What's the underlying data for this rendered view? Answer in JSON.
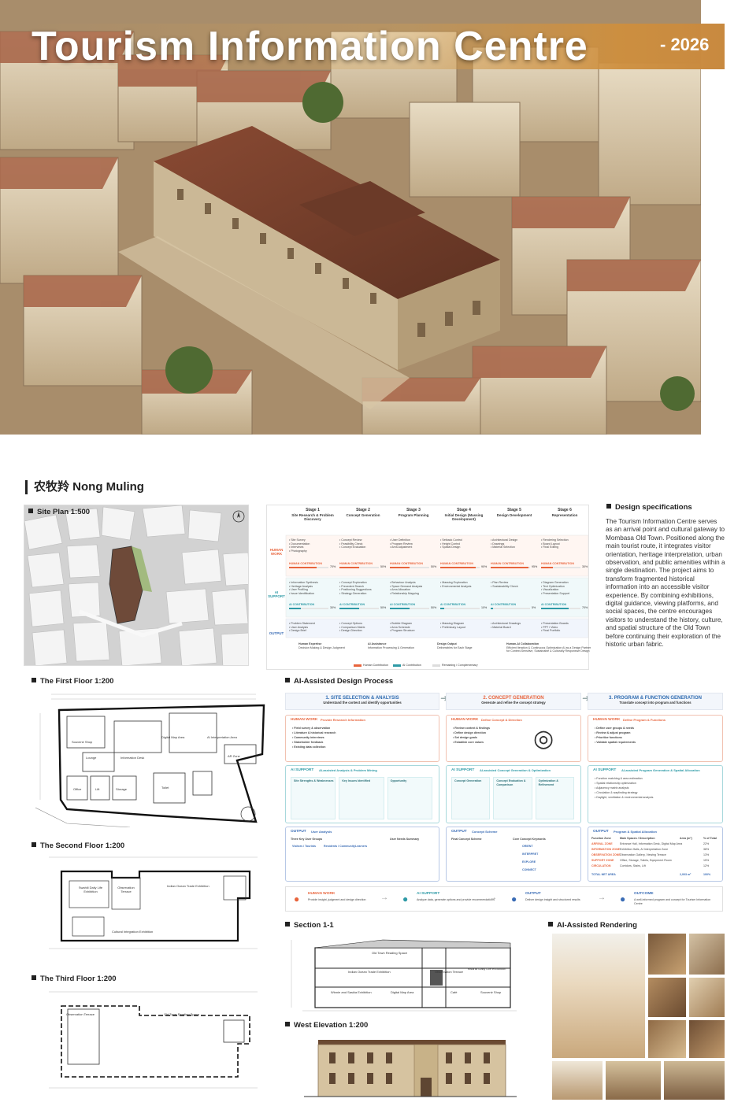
{
  "header": {
    "title": "Tourism Information Centre",
    "year": "- 2026"
  },
  "author": "农牧羚 Nong Muling",
  "sections": {
    "site_plan": "Site Plan 1:500",
    "first_floor": "The First Floor 1:200",
    "second_floor": "The Second Floor 1:200",
    "third_floor": "The Third Floor 1:200",
    "process": "AI-Assisted Design Process",
    "section": "Section 1-1",
    "elevation": "West Elevation 1:200",
    "rendering": "AI-Assisted Rendering",
    "specs": "Design specifications"
  },
  "specs_text": "The Tourism Information Centre serves as an arrival point and cultural gateway to Mombasa Old Town. Positioned along the main tourist route, it integrates visitor orientation, heritage interpretation, urban observation, and public amenities within a single destination. The project aims to transform fragmented historical information into an accessible visitor experience. By combining exhibitions, digital guidance, viewing platforms, and social spaces, the centre encourages visitors to understand the history, culture, and spatial structure of the Old Town before continuing their exploration of the historic urban fabric.",
  "matrix": {
    "stages": [
      {
        "num": "Stage 1",
        "name": "Site Research & Problem Discovery"
      },
      {
        "num": "Stage 2",
        "name": "Concept Generation"
      },
      {
        "num": "Stage 3",
        "name": "Program Planning"
      },
      {
        "num": "Stage 4",
        "name": "Initial Design (Massing Development)"
      },
      {
        "num": "Stage 5",
        "name": "Design Development"
      },
      {
        "num": "Stage 6",
        "name": "Representation"
      }
    ],
    "rows": [
      {
        "label": "HUMAN WORK",
        "contrib": "HUMAN CONTRIBUTION",
        "values": [
          70,
          50,
          50,
          90,
          95,
          30
        ],
        "items": [
          [
            "Site Survey",
            "Documentation",
            "Interviews",
            "Photography"
          ],
          [
            "Concept Review",
            "Feasibility Check",
            "Concept Evaluation"
          ],
          [
            "User Definition",
            "Program Review",
            "Area Adjustment"
          ],
          [
            "Setback Control",
            "Height Control",
            "Spatial Design"
          ],
          [
            "Architectural Design",
            "Drawings",
            "Material Selection"
          ],
          [
            "Rendering Selection",
            "Board Layout",
            "Final Editing"
          ]
        ]
      },
      {
        "label": "AI SUPPORT",
        "contrib": "AI CONTRIBUTION",
        "values": [
          30,
          50,
          50,
          10,
          5,
          70
        ],
        "items": [
          [
            "Information Synthesis",
            "Heritage Analysis",
            "User Profiling",
            "Issue Identification"
          ],
          [
            "Concept Exploration",
            "Precedent Search",
            "Positioning Suggestions",
            "Strategy Generation"
          ],
          [
            "Behaviour Analysis",
            "Space Demand Analysis",
            "Area Allocation",
            "Relationship Mapping"
          ],
          [
            "Massing Exploration",
            "Environmental Analysis"
          ],
          [
            "Plan Review",
            "Sustainability Check"
          ],
          [
            "Diagram Generation",
            "Text Optimization",
            "Visualization",
            "Presentation Support"
          ]
        ]
      },
      {
        "label": "OUTPUT",
        "contrib": "",
        "values": [],
        "items": [
          [
            "Problem Statement",
            "User Analysis",
            "Design Brief"
          ],
          [
            "Concept Options",
            "Comparison Matrix",
            "Design Direction"
          ],
          [
            "Bubble Diagram",
            "Area Schedule",
            "Program Structure"
          ],
          [
            "Massing Diagram",
            "Preliminary Layout"
          ],
          [
            "Architectural Drawings",
            "Material Board"
          ],
          [
            "Presentation Boards",
            "PPT / Video",
            "Final Portfolio"
          ]
        ]
      }
    ],
    "footer": [
      {
        "title": "Human Expertise",
        "desc": "Decision Making & Design Judgment"
      },
      {
        "title": "AI Assistance",
        "desc": "Information Processing & Generation"
      },
      {
        "title": "Design Output",
        "desc": "Deliverables for Each Stage"
      },
      {
        "title": "Human-AI Collaboration",
        "desc": "Efficient Iteration & Continuous Optimization AI as a Design Partner for Context-Sensitive, Sustainable & Culturally Responsive Design"
      }
    ],
    "legend": [
      "Human Contribution",
      "AI Contribution",
      "Remaining / Complementary"
    ]
  },
  "process": {
    "steps": [
      {
        "title": "1. SITE SELECTION & ANALYSIS",
        "sub": "Understand the context and identify opportunities"
      },
      {
        "title": "2. CONCEPT GENERATION",
        "sub": "Generate and refine the concept strategy"
      },
      {
        "title": "3. PROGRAM & FUNCTION GENERATION",
        "sub": "Translate concept into program and functions"
      }
    ],
    "human": [
      {
        "head": "HUMAN WORK",
        "tag": "Provide Research Information",
        "items": [
          "Field survey & observation",
          "Literature & historical research",
          "Community interviews",
          "Stakeholder feedback",
          "Existing data collection"
        ]
      },
      {
        "head": "HUMAN WORK",
        "tag": "Define Concept & Direction",
        "items": [
          "Review context & findings",
          "Define design direction",
          "Set design goals",
          "Establish core values"
        ]
      },
      {
        "head": "HUMAN WORK",
        "tag": "Define Program & Functions",
        "items": [
          "Define user groups & needs",
          "Review & adjust program",
          "Prioritize functions",
          "Validate spatial requirements"
        ]
      }
    ],
    "ai": [
      {
        "head": "AI SUPPORT",
        "tag": "AI-assisted Analysis & Problem Mining",
        "cols": [
          "Site Strengths & Weaknesses",
          "Key Issues Identified",
          "Opportunity"
        ]
      },
      {
        "head": "AI SUPPORT",
        "tag": "AI-assisted Concept Generation & Optimization",
        "cols": [
          "Concept Generation",
          "Concept Evaluation & Comparison",
          "Optimization & Refinement"
        ]
      },
      {
        "head": "AI SUPPORT",
        "tag": "AI-assisted Program Generation & Spatial Allocation",
        "items": [
          "Function matching & area estimation",
          "Spatial relationship optimization",
          "Adjacency matrix analysis",
          "Circulation & wayfinding strategy",
          "Daylight, ventilation & environmental analysis"
        ]
      }
    ],
    "output": [
      {
        "head": "OUTPUT",
        "tag": "User Analysis",
        "sub1": "Three Key User Groups",
        "sub2": "User Needs Summary",
        "groups": [
          "Visitors / Tourists",
          "Residents / Community",
          "Learners"
        ]
      },
      {
        "head": "OUTPUT",
        "tag": "Concept Scheme",
        "sub1": "Final Concept Scheme",
        "sub2": "Core Concept Keywords",
        "keywords": [
          "ORIENT",
          "INTERPRET",
          "EXPLORE",
          "CONNECT"
        ]
      },
      {
        "head": "OUTPUT",
        "tag": "Program & Spatial Allocation",
        "table_head": [
          "Function Zone",
          "Main Spaces / Description",
          "Area (m²)",
          "% of Total"
        ],
        "rows": [
          [
            "ARRIVAL ZONE",
            "Entrance Hall, Information Desk, Digital Map Area",
            "",
            "22%"
          ],
          [
            "INFORMATION ZONE",
            "Exhibition Halls, AI Interpretation Zone",
            "",
            "38%"
          ],
          [
            "OBSERVATION ZONE",
            "Observation Gallery, Viewing Terrace",
            "",
            "13%"
          ],
          [
            "SUPPORT ZONE",
            "Office, Storage, Toilets, Equipment Room",
            "",
            "15%"
          ],
          [
            "CIRCULATION",
            "Corridors, Stairs, Lift",
            "",
            "12%"
          ]
        ],
        "total": [
          "TOTAL NET AREA",
          "2,003 m²",
          "100%"
        ]
      }
    ],
    "summary": [
      {
        "title": "HUMAN WORK",
        "desc": "Provide insight, judgment and design direction"
      },
      {
        "title": "AI SUPPORT",
        "desc": "Analyze data, generate options and provide recommendations"
      },
      {
        "title": "OUTPUT",
        "desc": "Deliver design insight and structured results"
      },
      {
        "title": "OUTCOME",
        "desc": "A well-informed program and concept for Tourism Information Centre"
      }
    ]
  },
  "first_floor_rooms": [
    "Souvenir Shop",
    "Lounge",
    "Digital Map Area",
    "Information Desk",
    "AI Interpretation Area",
    "AR Zone",
    "Office",
    "Lift",
    "Storage",
    "Toilet"
  ],
  "second_floor_rooms": [
    "Swahili Daily Life Exhibition",
    "Observation Terrace",
    "Indian Ocean Trade Exhibition",
    "Cultural Integration Exhibition"
  ],
  "third_floor_rooms": [
    "Observation Terrace",
    "Old Town Reading Space"
  ],
  "section_rooms": [
    "Old Town Reading Space",
    "Indian Ocean Trade Exhibition",
    "Observation Terrace",
    "Swahili Daily Life Exhibition",
    "Winnie and Saskia Exhibition",
    "Digital Map Area",
    "Café",
    "Souvenir Shop"
  ],
  "colors": {
    "human": "#e8643c",
    "ai": "#2e9aa6",
    "output": "#3a6cb5",
    "accent": "#c8893f"
  }
}
